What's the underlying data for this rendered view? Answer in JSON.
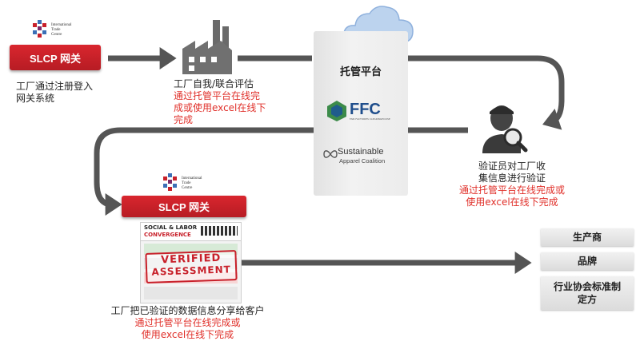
{
  "itc_logo": {
    "line1": "International",
    "line2": "Trade",
    "line3": "Centre"
  },
  "slcp_gateway_label": "SLCP 网关",
  "step1_text": [
    "工厂通过注册登入",
    "网关系统"
  ],
  "step2": {
    "title": "工厂自我/联合评估",
    "red_text": [
      "通过托管平台在线完",
      "成或使用excel在线下",
      "完成"
    ]
  },
  "platform": {
    "title": "托管平台",
    "ffc_label": "FFC",
    "ffc_sub": "FAIR FACTORIES CLEARINGHOUSE",
    "sac_label1": "Sustainable",
    "sac_label2": "Apparel Coalition"
  },
  "step3": {
    "title": [
      "验证员对工厂收",
      "集信息进行验证"
    ],
    "red_text": [
      "通过托管平台在线完成或",
      "使用excel在线下完成"
    ]
  },
  "report": {
    "header1": "SOCIAL & LABOR",
    "header2": "CONVERGENCE",
    "stamp1": "VERIFIED",
    "stamp2": "ASSESSMENT"
  },
  "step4": {
    "title": "工厂把已验证的数据信息分享给客户",
    "red_text": [
      "通过托管平台在线完成或",
      "使用excel在线下完成"
    ]
  },
  "recipients": [
    "生产商",
    "品牌",
    "行业协会标准制",
    "定方"
  ],
  "colors": {
    "accent_red": "#c8202a",
    "arrow_gray": "#555555",
    "text_red": "#e0302a"
  }
}
